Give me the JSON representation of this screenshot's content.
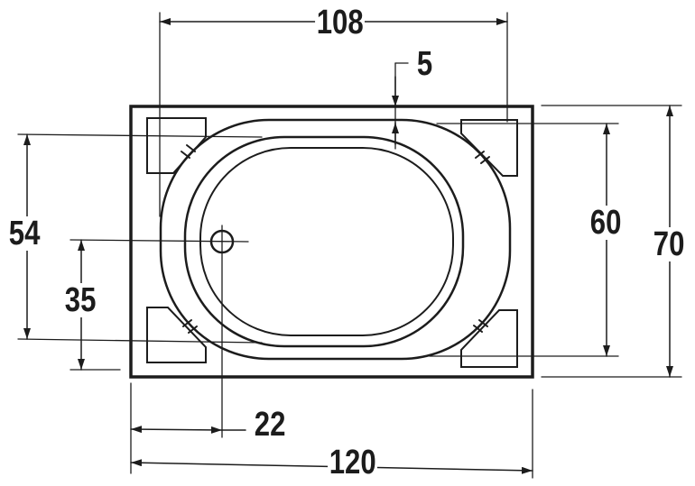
{
  "drawing": {
    "subject": "bathtub plan view with dimensions",
    "colors": {
      "line": "#1c1c1c",
      "background": "#ffffff"
    },
    "dimensions": {
      "top_width": "108",
      "rim_offset": "5",
      "left_height": "54",
      "drain_height": "35",
      "right_inner_height": "60",
      "right_outer_height": "70",
      "drain_offset": "22",
      "bottom_width": "120"
    }
  }
}
